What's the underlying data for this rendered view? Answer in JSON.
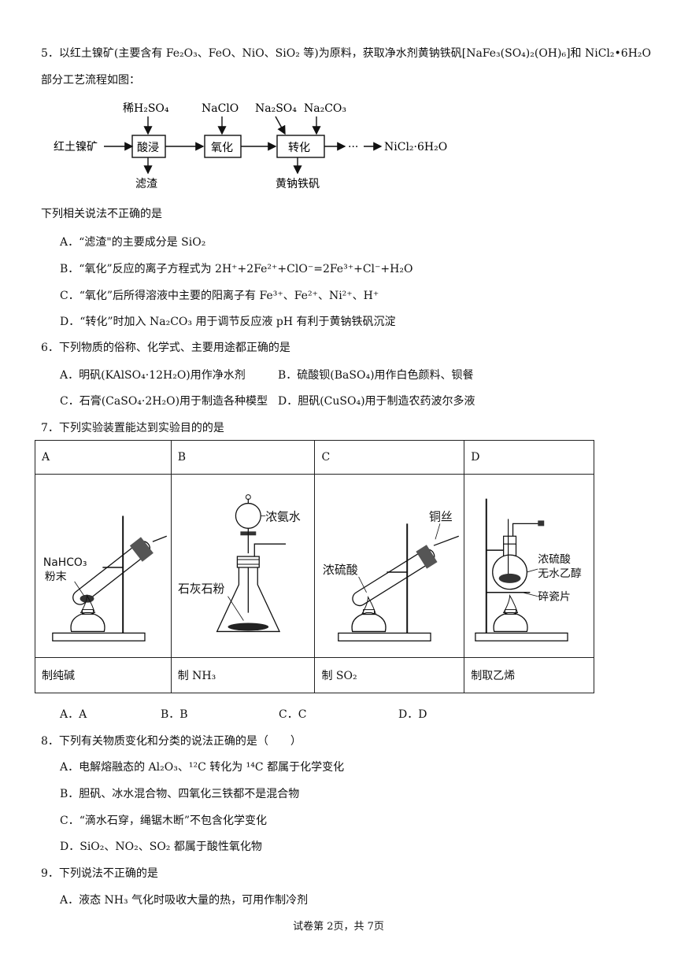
{
  "q5": {
    "stem_line1": "5．以红土镍矿(主要含有 Fe₂O₃、FeO、NiO、SiO₂ 等)为原料，获取净水剂黄钠铁矾[NaFe₃(SO₄)₂(OH)₆]和 NiCl₂•6H₂O",
    "stem_line2": "部分工艺流程如图：",
    "flow": {
      "input": "红土镍矿",
      "reagent1": "稀H₂SO₄",
      "step1": "酸浸",
      "byproduct1": "滤渣",
      "reagent2": "NaClO",
      "step2": "氧化",
      "reagent3": "Na₂SO₄",
      "reagent4": "Na₂CO₃",
      "step3": "转化",
      "byproduct3": "黄钠铁矾",
      "dots": "···",
      "output": "NiCl₂·6H₂O"
    },
    "question": "下列相关说法不正确的是",
    "options": [
      "A．“滤渣\"的主要成分是 SiO₂",
      "B．“氧化”反应的离子方程式为 2H⁺+2Fe²⁺+ClO⁻=2Fe³⁺+Cl⁻+H₂O",
      "C．“氧化”后所得溶液中主要的阳离子有 Fe³⁺、Fe²⁺、Ni²⁺、H⁺",
      "D．“转化”时加入 Na₂CO₃ 用于调节反应液 pH 有利于黄钠铁矾沉淀"
    ]
  },
  "q6": {
    "stem": "6．下列物质的俗称、化学式、主要用途都正确的是",
    "options": [
      "A．明矾(KAlSO₄·12H₂O)用作净水剂",
      "B．硫酸钡(BaSO₄)用作白色颜料、钡餐",
      "C．石膏(CaSO₄·2H₂O)用于制造各种模型",
      "D．胆矾(CuSO₄)用于制造农药波尔多液"
    ]
  },
  "q7": {
    "stem": "7．下列实验装置能达到实验目的的是",
    "headers": [
      "A",
      "B",
      "C",
      "D"
    ],
    "labels": {
      "a1": "NaHCO₃",
      "a2": "粉末",
      "b1": "浓氨水",
      "b2": "石灰石粉",
      "c1": "铜丝",
      "c2": "浓硫酸",
      "d1": "浓硫酸",
      "d2": "无水乙醇",
      "d3": "碎瓷片"
    },
    "captions": [
      "制纯碱",
      "制 NH₃",
      "制 SO₂",
      "制取乙烯"
    ],
    "options": [
      "A．A",
      "B．B",
      "C．C",
      "D．D"
    ]
  },
  "q8": {
    "stem": "8．下列有关物质变化和分类的说法正确的是（　　）",
    "options": [
      "A．电解熔融态的 Al₂O₃、¹²C 转化为 ¹⁴C 都属于化学变化",
      "B．胆矾、冰水混合物、四氧化三铁都不是混合物",
      "C．“滴水石穿，绳锯木断”不包含化学变化",
      "D．SiO₂、NO₂、SO₂ 都属于酸性氧化物"
    ]
  },
  "q9": {
    "stem": "9．下列说法不正确的是",
    "options": [
      "A．液态 NH₃ 气化时吸收大量的热，可用作制冷剂"
    ]
  },
  "footer": "试卷第 2页，共 7页"
}
